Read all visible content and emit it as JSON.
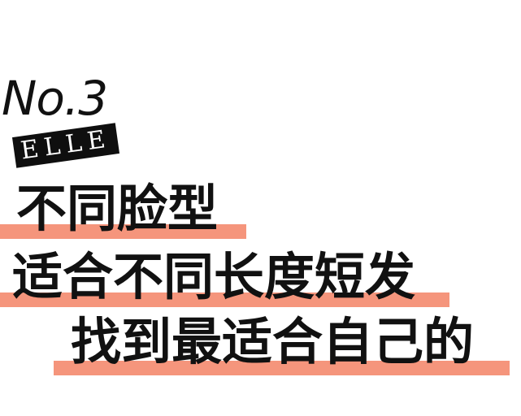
{
  "badge": {
    "number": "No.3",
    "brand": "ELLE"
  },
  "lines": [
    "不同脸型",
    "适合不同长度短发",
    "找到最适合自己的"
  ],
  "colors": {
    "highlight": "#f5957c",
    "text": "#111111",
    "background": "#ffffff"
  }
}
